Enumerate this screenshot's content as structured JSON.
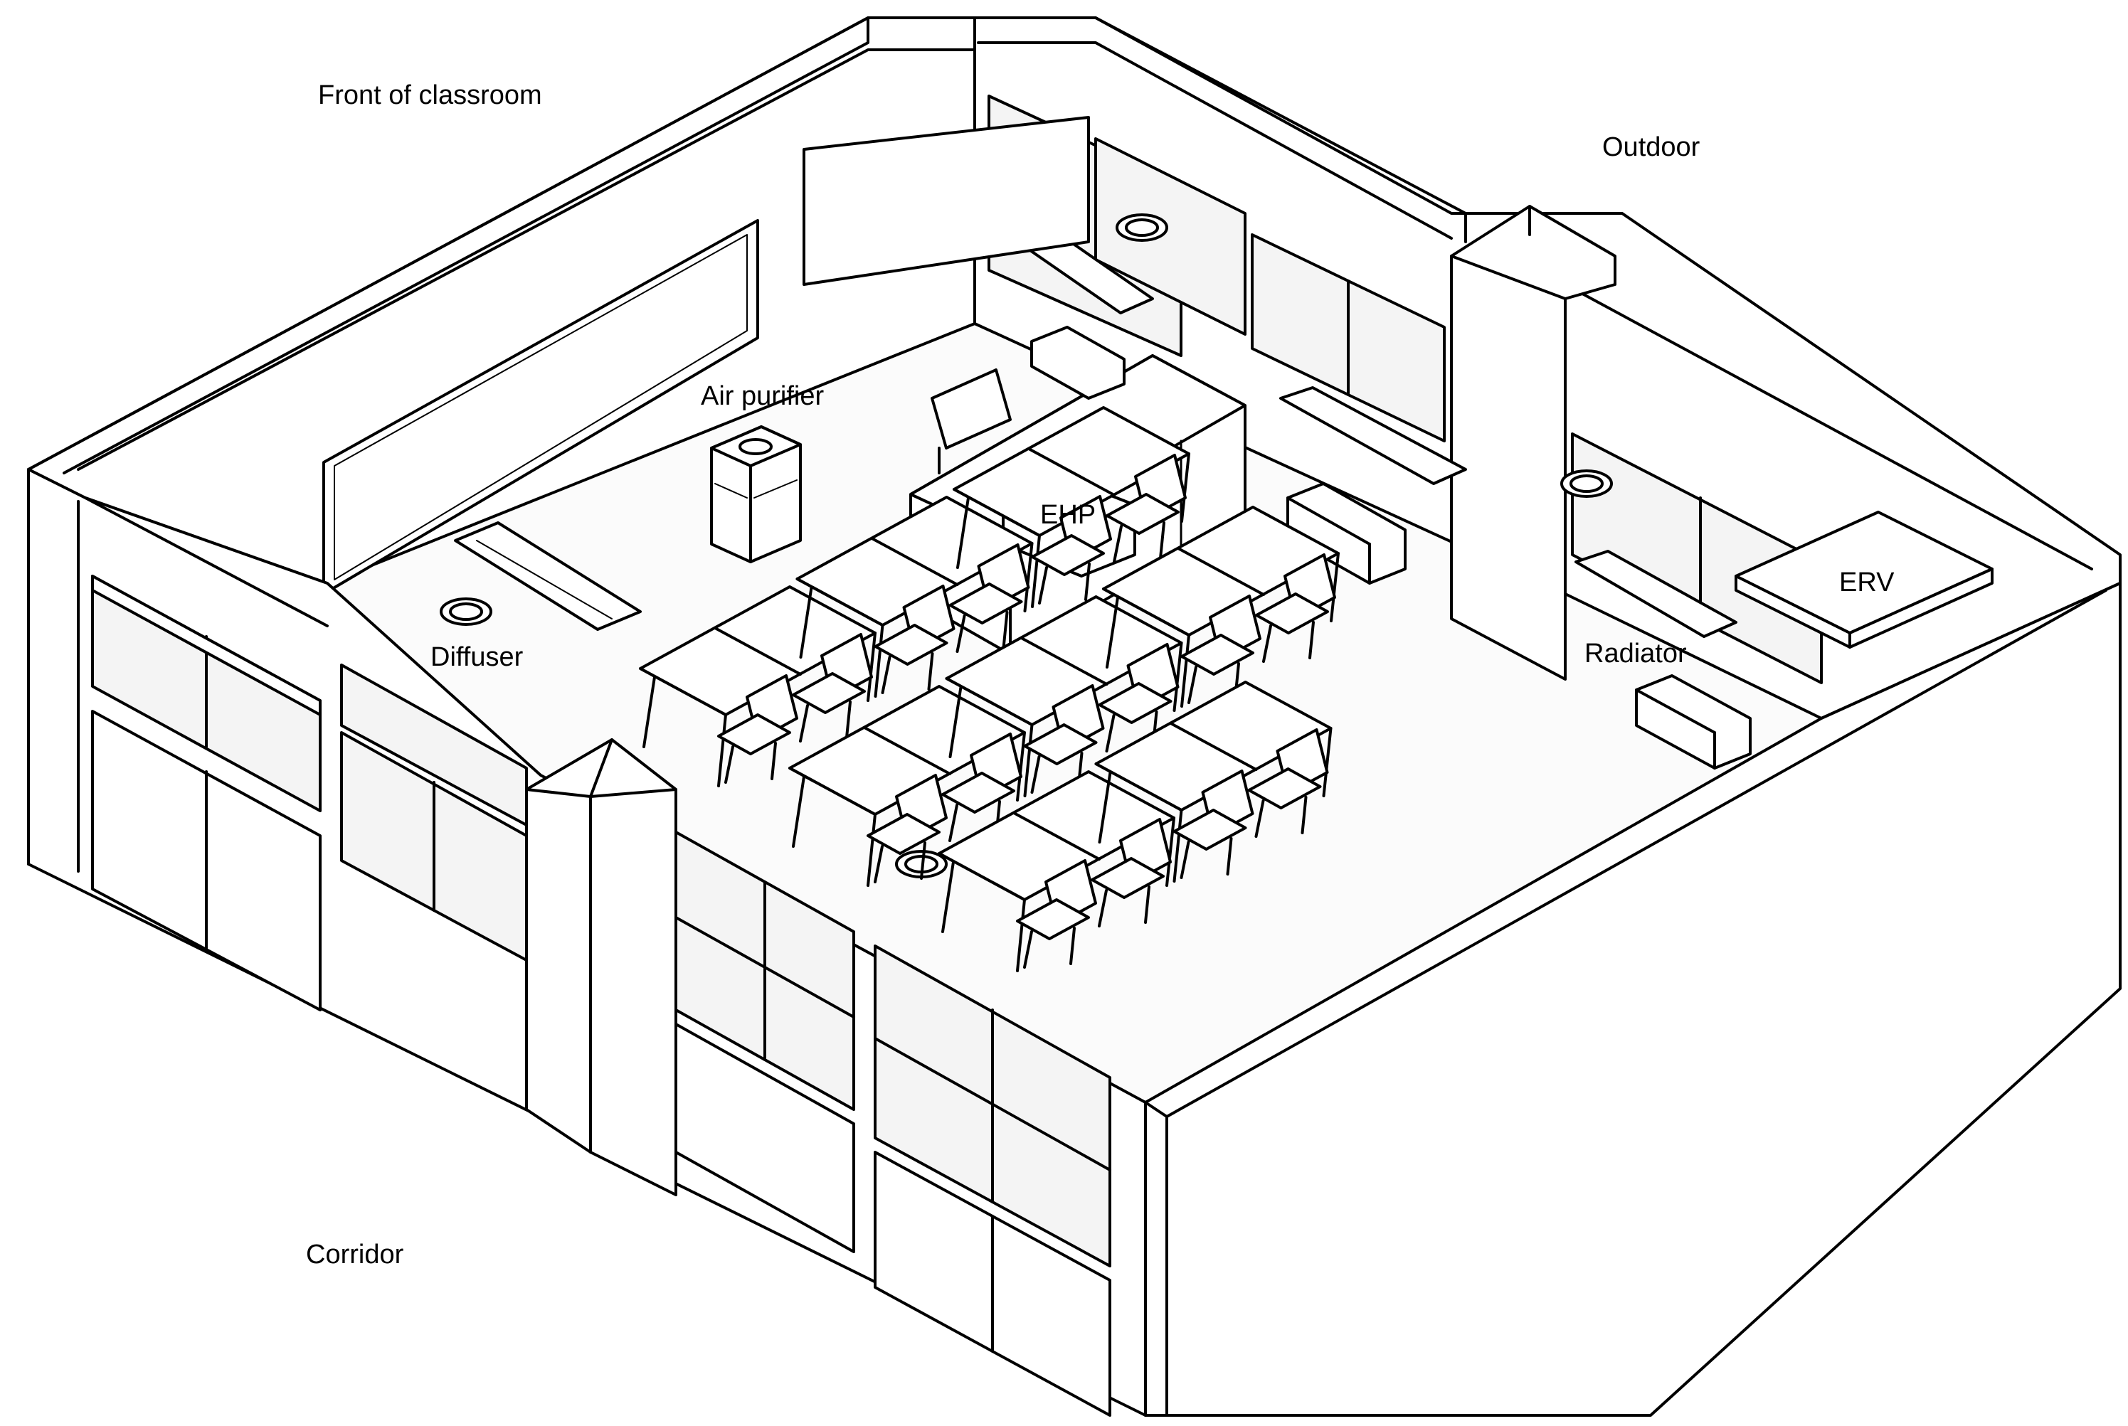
{
  "labels": {
    "front": "Front of classroom",
    "outdoor": "Outdoor",
    "air_purifier": "Air purifier",
    "ehp": "EHP",
    "erv": "ERV",
    "diffuser": "Diffuser",
    "radiator": "Radiator",
    "corridor": "Corridor"
  },
  "colors": {
    "line": "#000000",
    "fill": "#ffffff",
    "glass": "#f4f4f4",
    "floor": "#fbfbfb"
  },
  "desk_rows": [
    {
      "row": 1,
      "desks": 3
    },
    {
      "row": 2,
      "desks": 3
    },
    {
      "row": 3,
      "desks": 2
    }
  ]
}
